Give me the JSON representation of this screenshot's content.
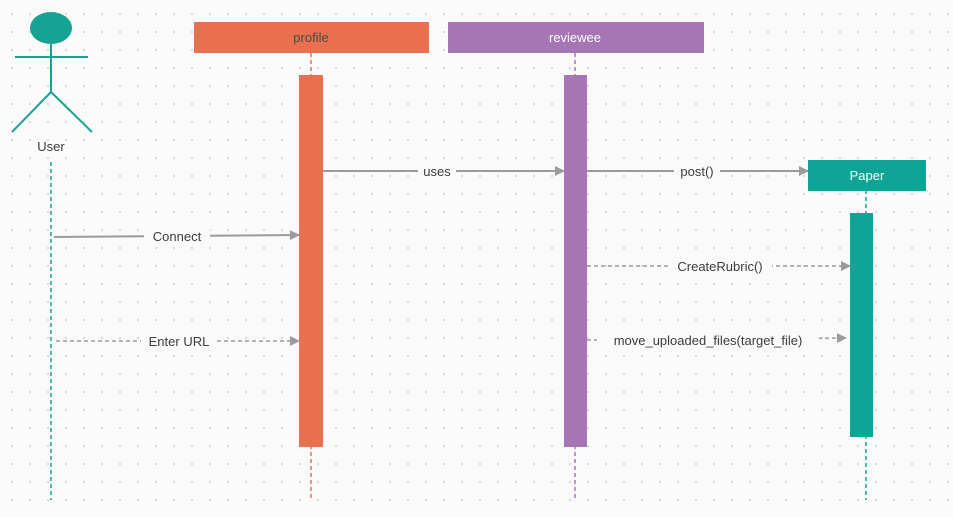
{
  "colors": {
    "user": "#16a394",
    "profile": "#e8704f",
    "reviewee": "#a676b4",
    "paper": "#0ea496",
    "arrow": "#9b9b9b",
    "label_text": "#3c3c3c"
  },
  "actor": {
    "label": "User",
    "icon": "stick-figure-icon"
  },
  "lifelines": {
    "profile": {
      "label": "profile"
    },
    "reviewee": {
      "label": "reviewee"
    },
    "paper": {
      "label": "Paper"
    }
  },
  "messages": [
    {
      "id": "uses",
      "label": "uses",
      "from": "profile",
      "to": "reviewee",
      "style": "solid"
    },
    {
      "id": "post",
      "label": "post()",
      "from": "reviewee",
      "to": "paper",
      "style": "solid"
    },
    {
      "id": "connect",
      "label": "Connect",
      "from": "User",
      "to": "profile",
      "style": "solid"
    },
    {
      "id": "create-rubric",
      "label": "CreateRubric()",
      "from": "reviewee",
      "to": "paper",
      "style": "dashed"
    },
    {
      "id": "enter-url",
      "label": "Enter URL",
      "from": "User",
      "to": "profile",
      "style": "dashed"
    },
    {
      "id": "move-uploaded-files",
      "label": "move_uploaded_files(target_file)",
      "from": "reviewee",
      "to": "paper",
      "style": "dashed"
    }
  ]
}
